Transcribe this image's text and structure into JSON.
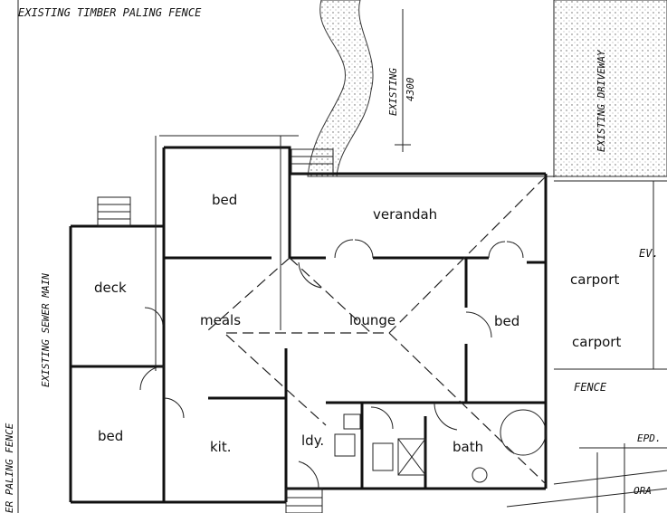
{
  "plan": {
    "notes": {
      "top_fence": "EXISTING TIMBER PALING FENCE",
      "sewer": "EXISTING SEWER MAIN",
      "left_fence": "ER PALING FENCE",
      "existing": "EXISTING",
      "dimension": "4300",
      "driveway": "EXISTING DRIVEWAY",
      "ev": "EV.",
      "fence": "FENCE",
      "epd": "EPD.",
      "ora": "ORA"
    },
    "rooms": {
      "bed_top": "bed",
      "verandah": "verandah",
      "deck": "deck",
      "meals": "meals",
      "lounge": "lounge",
      "bed_right": "bed",
      "carport_1": "carport",
      "carport_2": "carport",
      "bed_bottom": "bed",
      "kit": "kit.",
      "ldy": "ldy.",
      "bath": "bath"
    }
  }
}
